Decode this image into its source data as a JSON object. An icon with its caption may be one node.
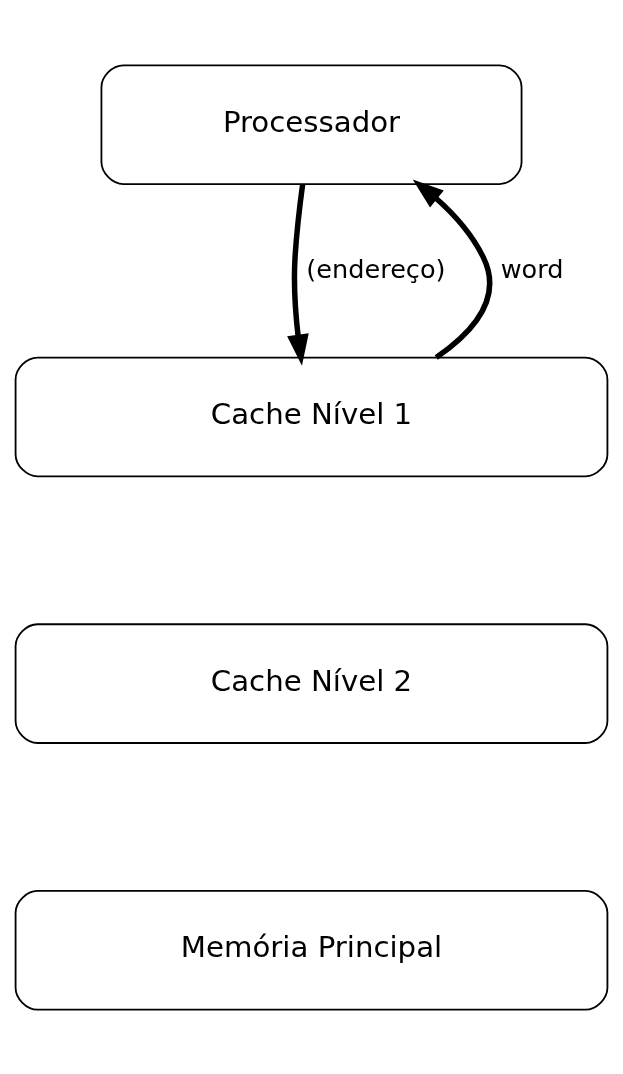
{
  "diagram": {
    "nodes": [
      {
        "text": [
          "Processador"
        ]
      },
      {
        "text": [
          "Cache Nível 1"
        ]
      },
      {
        "text": [
          "Cache Nível 2"
        ]
      },
      {
        "text": [
          "Memória Principal"
        ]
      }
    ],
    "edges": [
      {
        "from": 0,
        "to": 1,
        "arrow": "to",
        "label": "(endereço)"
      },
      {
        "from": 1,
        "to": 0,
        "arrow": "to",
        "label": "word"
      }
    ]
  }
}
